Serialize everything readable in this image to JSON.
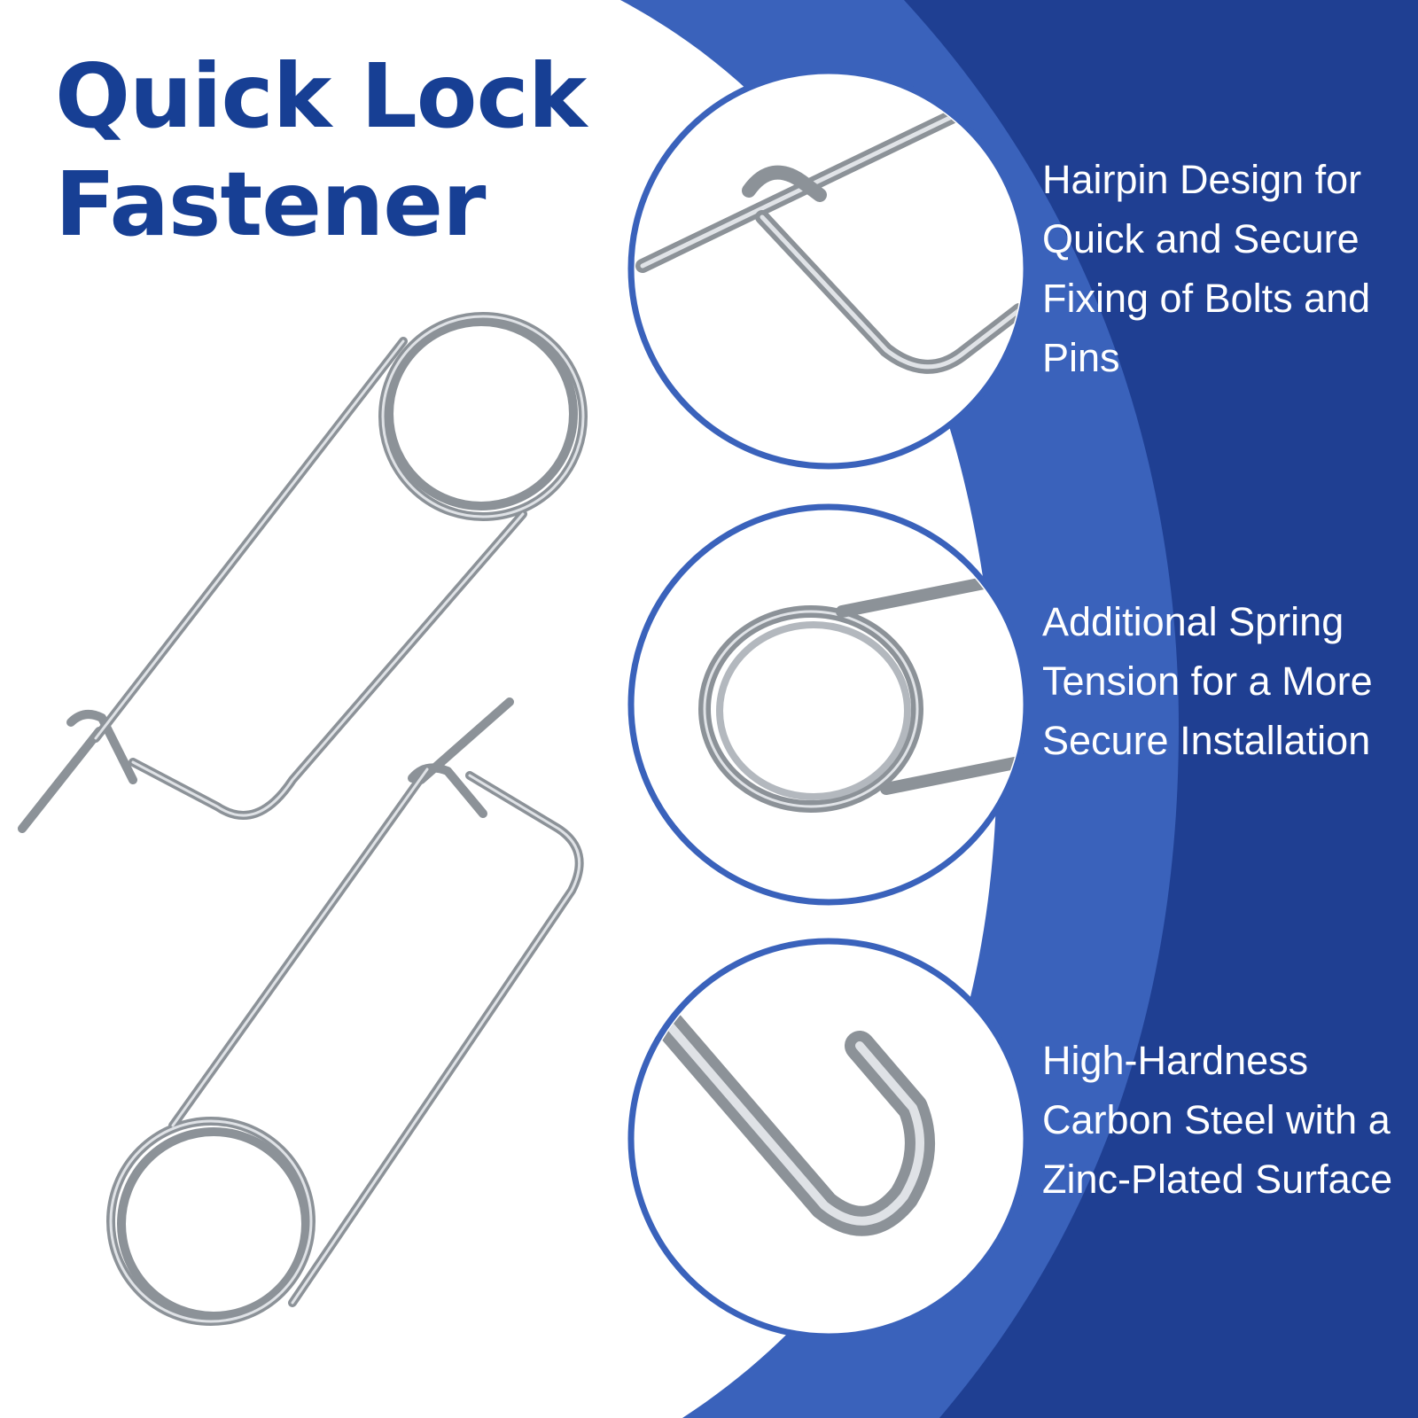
{
  "title": {
    "line1": "Quick Lock",
    "line2": "Fastener"
  },
  "features": [
    {
      "text": "Hairpin Design for Quick and Secure Fixing of Bolts and Pins"
    },
    {
      "text": "Additional Spring Tension for a More Secure Installation"
    },
    {
      "text": "High-Hardness Carbon Steel with a Zinc-Plated Surface"
    }
  ],
  "colors": {
    "title": "#173f94",
    "band_light": "#3a62bb",
    "band_dark": "#1f3f92",
    "circle_ring": "#3a62bb",
    "metal": "#a8adb4",
    "background": "#ffffff",
    "feature_text": "#ffffff"
  },
  "icons": [
    "hairpin-cotter-pin-image",
    "coil-spring-closeup-image",
    "hook-bend-closeup-image"
  ]
}
